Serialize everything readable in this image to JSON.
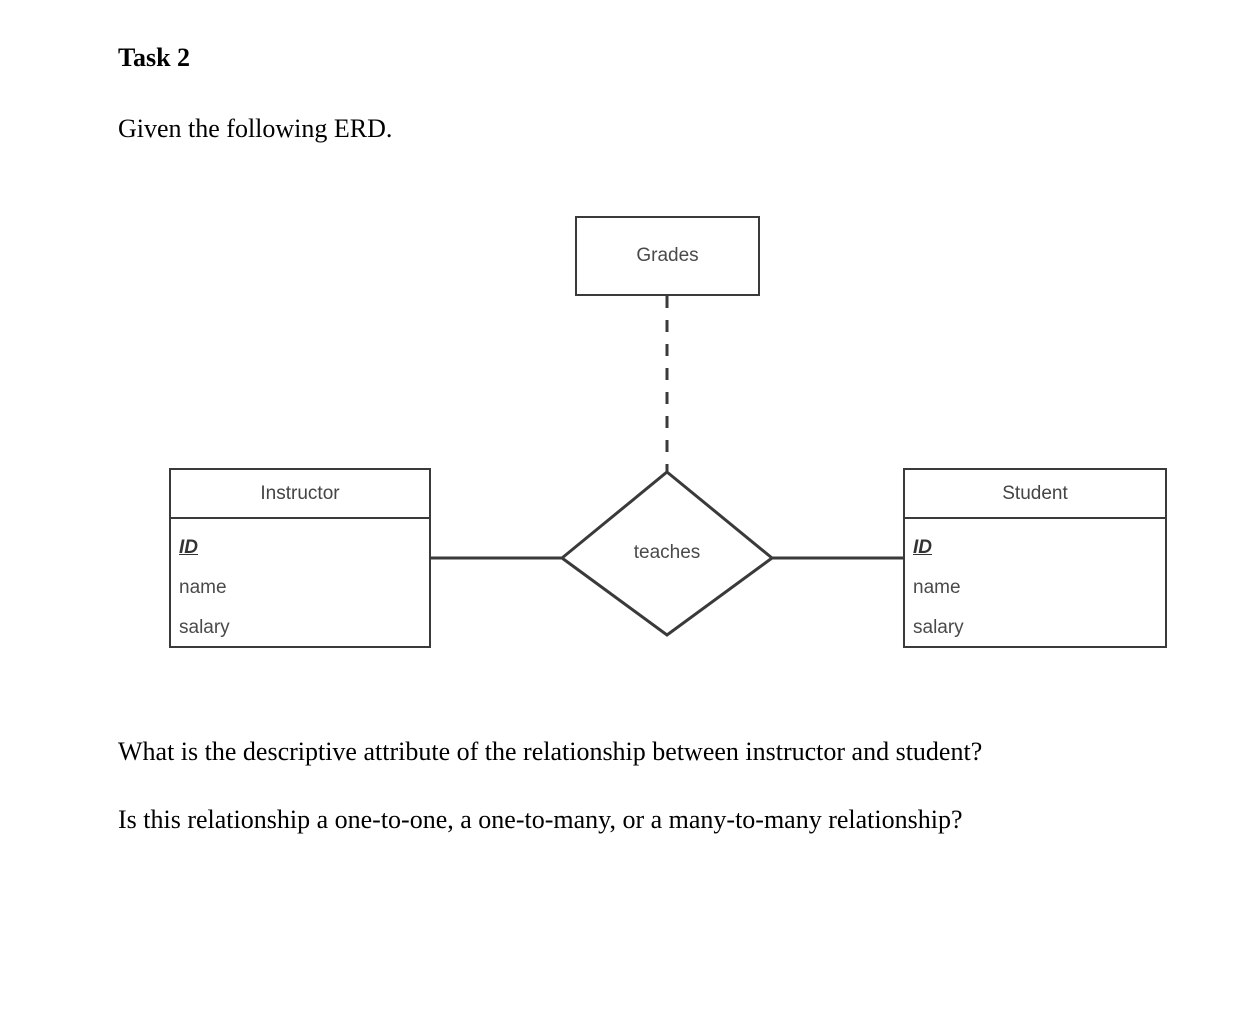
{
  "document": {
    "task_title": "Task 2",
    "intro": "Given the following ERD.",
    "question_1": "What is the descriptive attribute of the relationship between instructor and student?",
    "question_2": "Is this relationship a one-to-one, a one-to-many, or a many-to-many relationship?"
  },
  "erd": {
    "attribute_box": {
      "label": "Grades",
      "connector": "dashed"
    },
    "relationship": {
      "label": "teaches",
      "shape": "diamond"
    },
    "entities": [
      {
        "name": "Instructor",
        "attributes": [
          {
            "label": "ID",
            "primary_key": true
          },
          {
            "label": "name",
            "primary_key": false
          },
          {
            "label": "salary",
            "primary_key": false
          }
        ]
      },
      {
        "name": "Student",
        "attributes": [
          {
            "label": "ID",
            "primary_key": true
          },
          {
            "label": "name",
            "primary_key": false
          },
          {
            "label": "salary",
            "primary_key": false
          }
        ]
      }
    ],
    "colors": {
      "stroke": "#3a3a3a",
      "text": "#4a4a4a",
      "background": "#ffffff"
    }
  }
}
